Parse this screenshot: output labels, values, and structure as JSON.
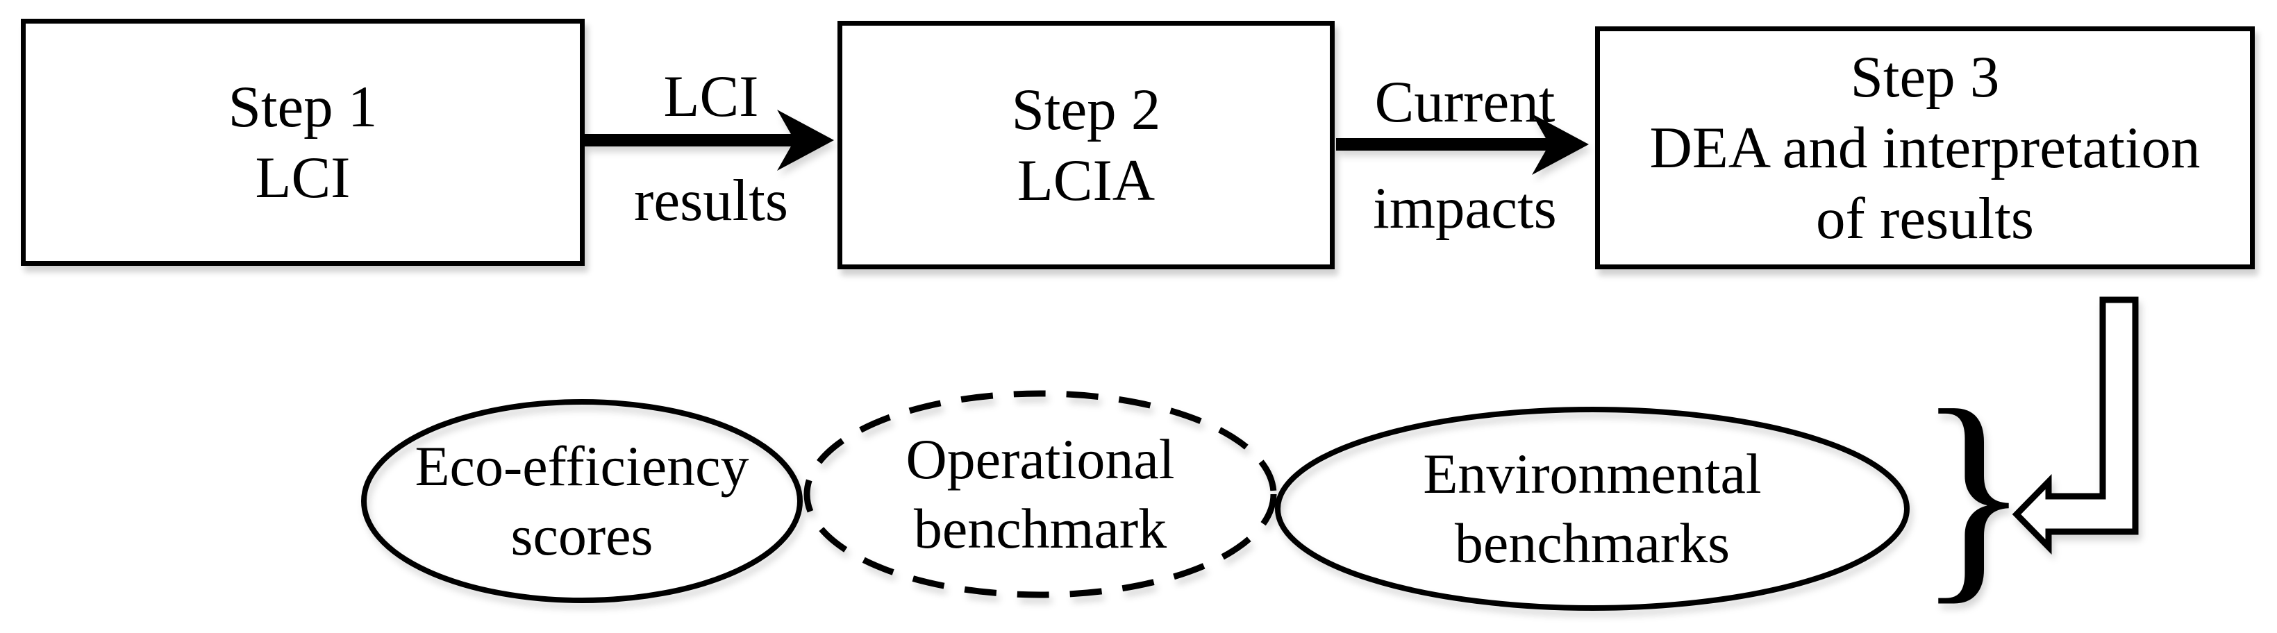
{
  "palette": {
    "background": "#ffffff",
    "ink": "#000000"
  },
  "steps": [
    {
      "lines": [
        "Step 1",
        "LCI"
      ],
      "outline": "solid"
    },
    {
      "lines": [
        "Step 2",
        "LCIA"
      ],
      "outline": "solid"
    },
    {
      "lines": [
        "Step 3",
        "DEA and interpretation",
        "of results"
      ],
      "outline": "solid"
    }
  ],
  "flow_arrows": [
    {
      "from": "Step 1",
      "to": "Step 2",
      "label_top": "LCI",
      "label_bottom": "results"
    },
    {
      "from": "Step 2",
      "to": "Step 3",
      "label_top": "Current",
      "label_bottom": "impacts"
    }
  ],
  "outputs": [
    {
      "lines": [
        "Eco-efficiency",
        "scores"
      ],
      "outline": "solid"
    },
    {
      "lines": [
        "Operational",
        "benchmark"
      ],
      "outline": "dashed"
    },
    {
      "lines": [
        "Environmental",
        "benchmarks"
      ],
      "outline": "solid"
    }
  ],
  "brace_glyph": "}"
}
